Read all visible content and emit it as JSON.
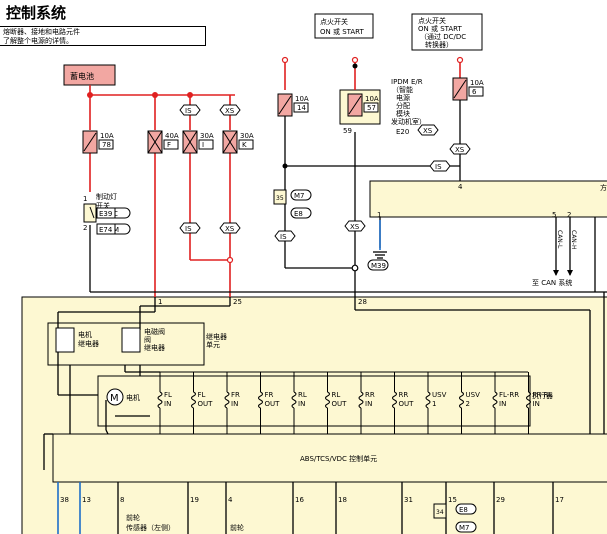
{
  "title": "控制系统",
  "note": [
    "熔断器、接地和电路元件",
    "了解整个电源的详情。"
  ],
  "battery": "蓄电池",
  "ign1": [
    "点火开关",
    "ON 或 START"
  ],
  "ign2": [
    "点火开关",
    "ON 或 START",
    "（通过 DC/DC",
    "转换器）"
  ],
  "ipdm": [
    "IPDM E/R",
    "（智能",
    "电源",
    "分配",
    "模块",
    "发动机室）"
  ],
  "ipdm_ref": "E20",
  "ipdm_pin": "59",
  "fuses": [
    {
      "amp": "10A",
      "num": "78"
    },
    {
      "amp": "40A",
      "num": "F"
    },
    {
      "amp": "30A",
      "num": "I"
    },
    {
      "amp": "30A",
      "num": "K"
    },
    {
      "amp": "10A",
      "num": "14"
    },
    {
      "amp": "10A",
      "num": "57"
    },
    {
      "amp": "10A",
      "num": "6"
    }
  ],
  "brake_switch": [
    "制动灯",
    "开关"
  ],
  "brake_pins": [
    "1",
    "2"
  ],
  "conn": {
    "e39": "E39",
    "e74": "E74",
    "c": "C",
    "m": "M",
    "m7": "M7",
    "e8": "E8",
    "m39": "M39"
  },
  "is": "IS",
  "xs": "XS",
  "ref35": "35",
  "ref34": "34",
  "meter": {
    "label": "方\n仪\n(M",
    "pins": [
      "1",
      "5",
      "2",
      "4"
    ],
    "can": [
      "CAN-L",
      "CAN-H"
    ],
    "to_can": "至 CAN 系统"
  },
  "unit_pins": [
    "1",
    "25",
    "28"
  ],
  "relays": {
    "motor": [
      "电机",
      "继电器"
    ],
    "valve": [
      "电磁阀",
      "阀",
      "继电器"
    ],
    "unit": [
      "继电器",
      "单元"
    ]
  },
  "motor": "电机",
  "actuator_label": "执行器",
  "valves": [
    [
      "FL",
      "IN"
    ],
    [
      "FL",
      "OUT"
    ],
    [
      "FR",
      "IN"
    ],
    [
      "FR",
      "OUT"
    ],
    [
      "RL",
      "IN"
    ],
    [
      "RL",
      "OUT"
    ],
    [
      "RR",
      "IN"
    ],
    [
      "RR",
      "OUT"
    ],
    [
      "USV",
      "1"
    ],
    [
      "USV",
      "2"
    ],
    [
      "FL-RR",
      "IN"
    ],
    [
      "FR-RL",
      "IN"
    ]
  ],
  "control_unit": "ABS/TCS/VDC 控制单元",
  "bottom_pins": [
    "38",
    "13",
    "8",
    "19",
    "4",
    "16",
    "18",
    "31",
    "15",
    "29",
    "17"
  ],
  "bottom_labels": [
    "前轮",
    "传感器（左侧）",
    "前轮"
  ]
}
